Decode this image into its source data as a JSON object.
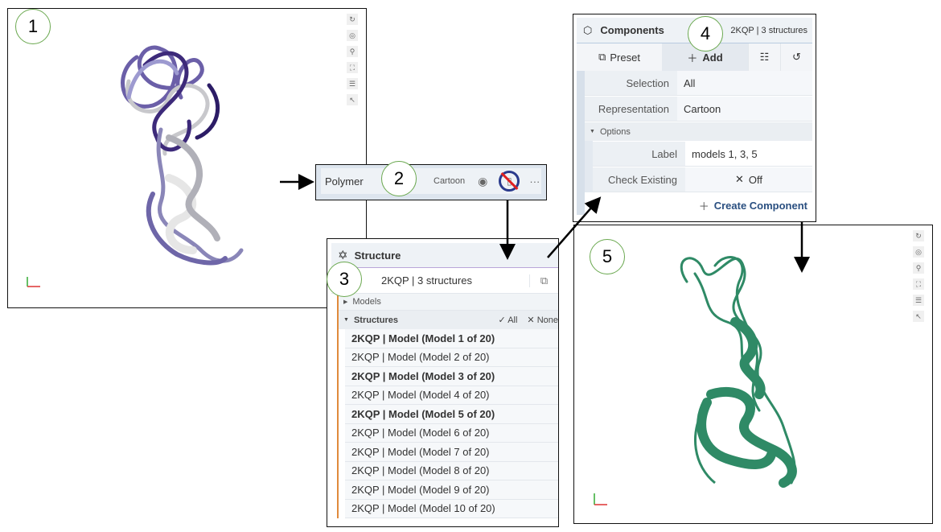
{
  "steps": [
    "1",
    "2",
    "3",
    "4",
    "5"
  ],
  "polymer": {
    "label": "Polymer",
    "representation": "Cartoon",
    "eye_icon": "eye-icon",
    "delete_icon": "trash-icon",
    "more": "···"
  },
  "structure": {
    "title": "Structure",
    "selection": "2KQP | 3 structures",
    "models_label": "Models",
    "structures_label": "Structures",
    "all_label": "All",
    "none_label": "None",
    "items": [
      {
        "label": "2KQP | Model (Model 1 of 20)",
        "selected": true
      },
      {
        "label": "2KQP | Model (Model 2 of 20)",
        "selected": false
      },
      {
        "label": "2KQP | Model (Model 3 of 20)",
        "selected": true
      },
      {
        "label": "2KQP | Model (Model 4 of 20)",
        "selected": false
      },
      {
        "label": "2KQP | Model (Model 5 of 20)",
        "selected": true
      },
      {
        "label": "2KQP | Model (Model 6 of 20)",
        "selected": false
      },
      {
        "label": "2KQP | Model (Model 7 of 20)",
        "selected": false
      },
      {
        "label": "2KQP | Model (Model 8 of 20)",
        "selected": false
      },
      {
        "label": "2KQP | Model (Model 9 of 20)",
        "selected": false
      },
      {
        "label": "2KQP | Model (Model 10 of 20)",
        "selected": false
      }
    ]
  },
  "components": {
    "title": "Components",
    "subtitle": "2KQP | 3 structures",
    "preset": "Preset",
    "add": "Add",
    "selection_label": "Selection",
    "selection_value": "All",
    "representation_label": "Representation",
    "representation_value": "Cartoon",
    "options_label": "Options",
    "label_label": "Label",
    "label_value": "models 1, 3, 5",
    "check_existing_label": "Check Existing",
    "check_existing_value": "Off",
    "create": "Create Component"
  },
  "colors": {
    "purple": "#4b3a8c",
    "green": "#2f8a66",
    "accent": "#2a4f80"
  }
}
